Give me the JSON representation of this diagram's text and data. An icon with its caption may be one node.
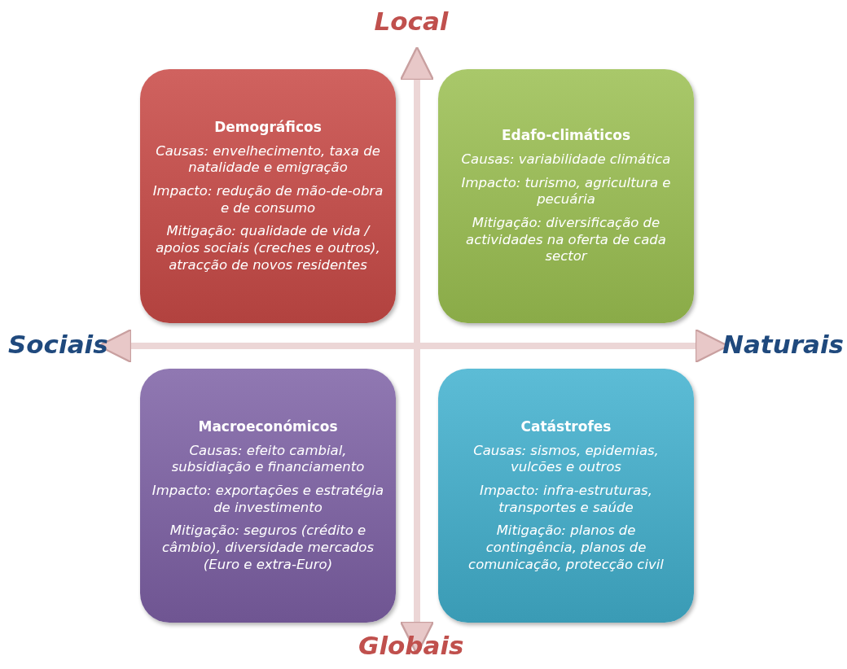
{
  "diagram": {
    "nodes": [
      {
        "text": [
          "Demográficos",
          "Causas: envelhecimento, taxa de natalidade e emigração",
          "Impacto: redução de mão-de-obra e de consumo",
          "Mitigação: qualidade de vida / apoios sociais (creches e outros), atracção de novos residentes"
        ]
      },
      {
        "text": [
          "Edafo-climáticos",
          "Causas: variabilidade climática",
          "Impacto: turismo, agricultura e pecuária",
          "Mitigação: diversificação de actividades na oferta de cada sector"
        ]
      },
      {
        "text": [
          "Macroeconómicos",
          "Causas: efeito cambial, subsidiação e financiamento",
          "Impacto: exportações e estratégia de investimento",
          "Mitigação: seguros (crédito e câmbio), diversidade mercados (Euro e extra-Euro)"
        ]
      },
      {
        "text": [
          "Catástrofes",
          "Causas: sismos, epidemias, vulcões e outros",
          "Impacto: infra-estruturas, transportes e saúde",
          "Mitigação: planos de contingência, planos de comunicação, protecção civil"
        ]
      }
    ],
    "labels": [
      "Local",
      "Sociais",
      "Naturais",
      "Globais"
    ]
  }
}
